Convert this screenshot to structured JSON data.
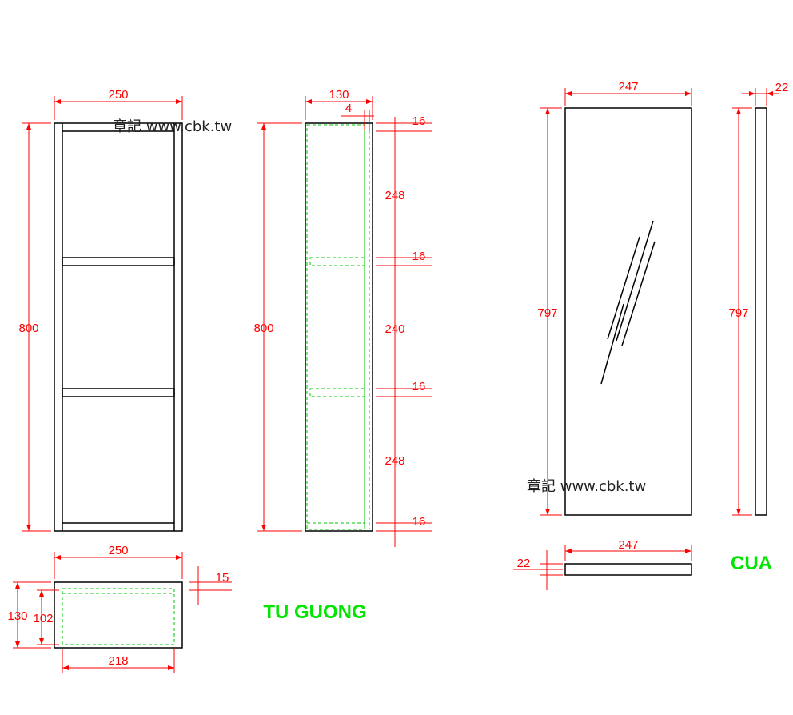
{
  "watermarks": [
    "章記 www.cbk.tw",
    "章記 www.cbk.tw"
  ],
  "titles": {
    "cabinet": "TU GUONG",
    "door": "CUA"
  },
  "front_view": {
    "width_label": "250",
    "height_label": "800"
  },
  "side_view": {
    "width_label": "130",
    "back_label": "4",
    "height_label": "800",
    "segments": [
      "16",
      "248",
      "16",
      "240",
      "16",
      "248",
      "16"
    ]
  },
  "top_view": {
    "width_label": "250",
    "depth_label": "130",
    "inner_depth_label": "102",
    "inner_width_label": "218",
    "thickness_label": "15"
  },
  "door_front": {
    "width_label": "247",
    "height_label": "797"
  },
  "door_side": {
    "thickness_label": "22",
    "height_label": "797"
  },
  "door_top": {
    "width_label": "247",
    "thickness_label": "22"
  }
}
